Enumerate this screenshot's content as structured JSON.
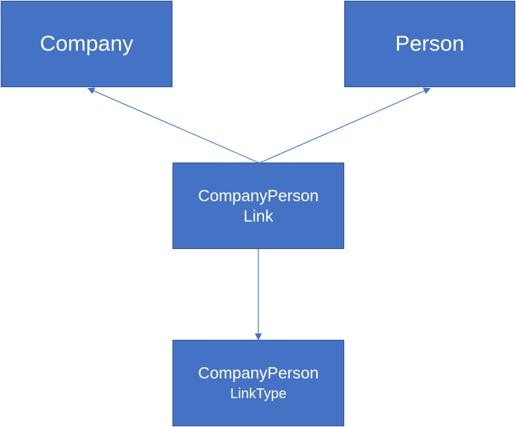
{
  "diagram": {
    "nodes": {
      "company": {
        "label": "Company"
      },
      "person": {
        "label": "Person"
      },
      "link": {
        "line1": "CompanyPerson",
        "line2": "Link"
      },
      "link_type": {
        "line1": "CompanyPerson",
        "line2": "LinkType"
      }
    },
    "edges": [
      {
        "from": "CompanyPerson Link",
        "to": "Company"
      },
      {
        "from": "CompanyPerson Link",
        "to": "Person"
      },
      {
        "from": "CompanyPerson Link",
        "to": "CompanyPerson LinkType"
      }
    ],
    "colors": {
      "node_fill": "#4472c4",
      "node_border": "#2f528f",
      "edge": "#4472c4",
      "text": "#ffffff"
    }
  }
}
